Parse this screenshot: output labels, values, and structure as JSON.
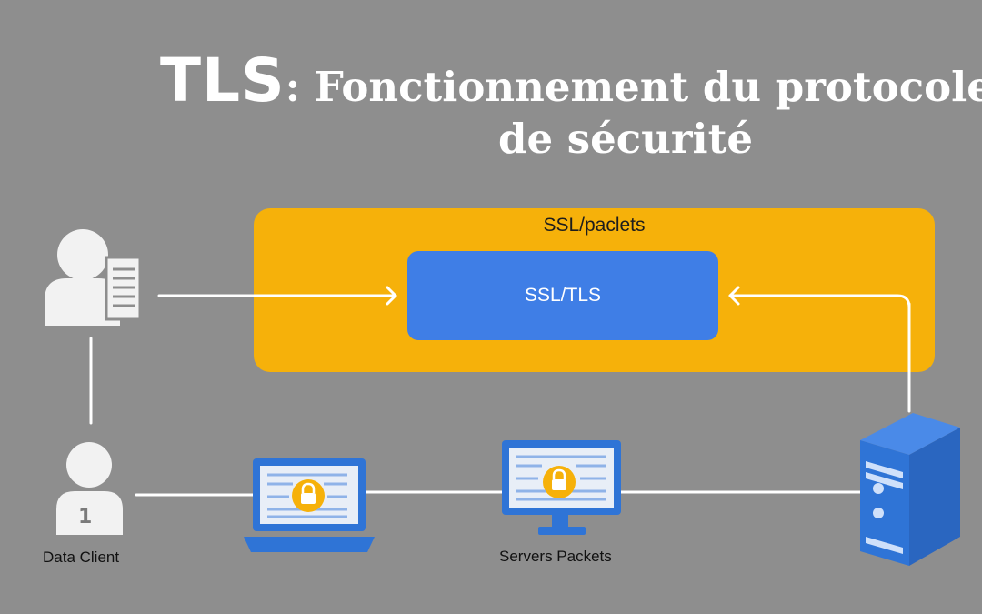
{
  "title": {
    "tls": "TLS",
    "rest": ": Fonctionnement du protocole",
    "line2": "de sécurité"
  },
  "outer_box": {
    "label": "SSL/paclets",
    "color": "#f6b10a"
  },
  "inner_box": {
    "label": "SSL/TLS",
    "color": "#3f7ee6"
  },
  "nodes": {
    "client_number": "1",
    "client_label": "Data Client",
    "packets_label": "Servers Packets"
  },
  "colors": {
    "background": "#8e8e8e",
    "line": "#ffffff",
    "device_blue": "#2f74d6",
    "lock": "#f6b10a"
  }
}
